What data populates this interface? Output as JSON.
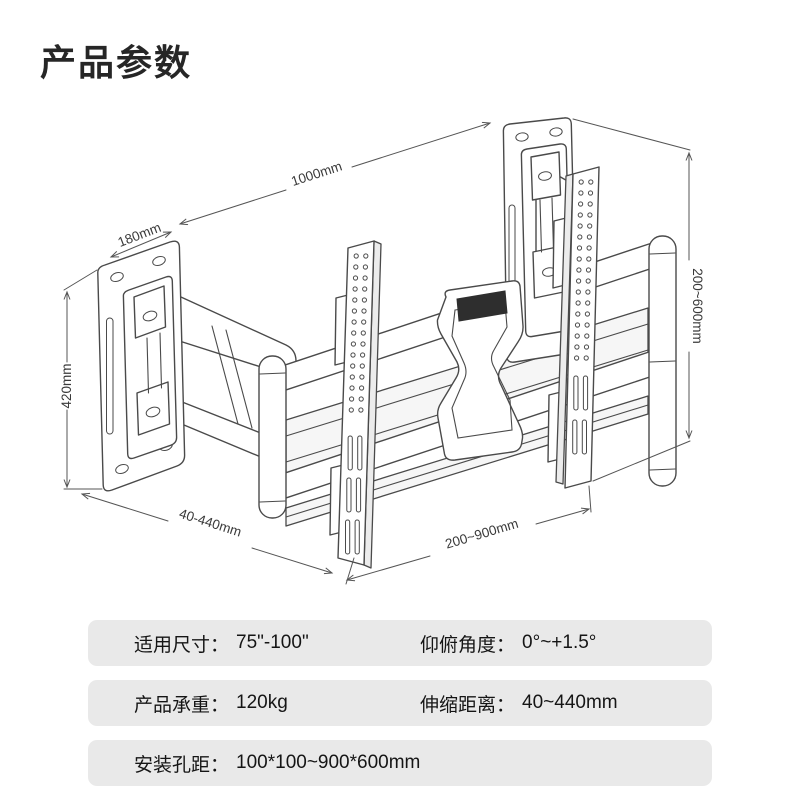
{
  "page": {
    "title": "产品参数"
  },
  "diagram": {
    "type": "technical-line-drawing",
    "subject": "articulating TV wall mount bracket, isometric view",
    "line_color": "#4a4a4a",
    "dimensions": {
      "wall_plate_width": "180mm",
      "overall_width": "1000mm",
      "wall_plate_height": "420mm",
      "extension_depth": "40-440mm",
      "horizontal_rail_span": "200~900mm",
      "vertical_rail_span": "200~600mm"
    }
  },
  "specs": {
    "separator": "：",
    "rows": [
      {
        "cells": [
          {
            "label": "适用尺寸",
            "value": "75\"-100\""
          },
          {
            "label": "仰俯角度",
            "value": "0°~+1.5°"
          }
        ]
      },
      {
        "cells": [
          {
            "label": "产品承重",
            "value": "120kg"
          },
          {
            "label": "伸缩距离",
            "value": "40~440mm"
          }
        ]
      },
      {
        "cells": [
          {
            "label": "安装孔距",
            "value": "100*100~900*600mm"
          }
        ]
      }
    ]
  }
}
